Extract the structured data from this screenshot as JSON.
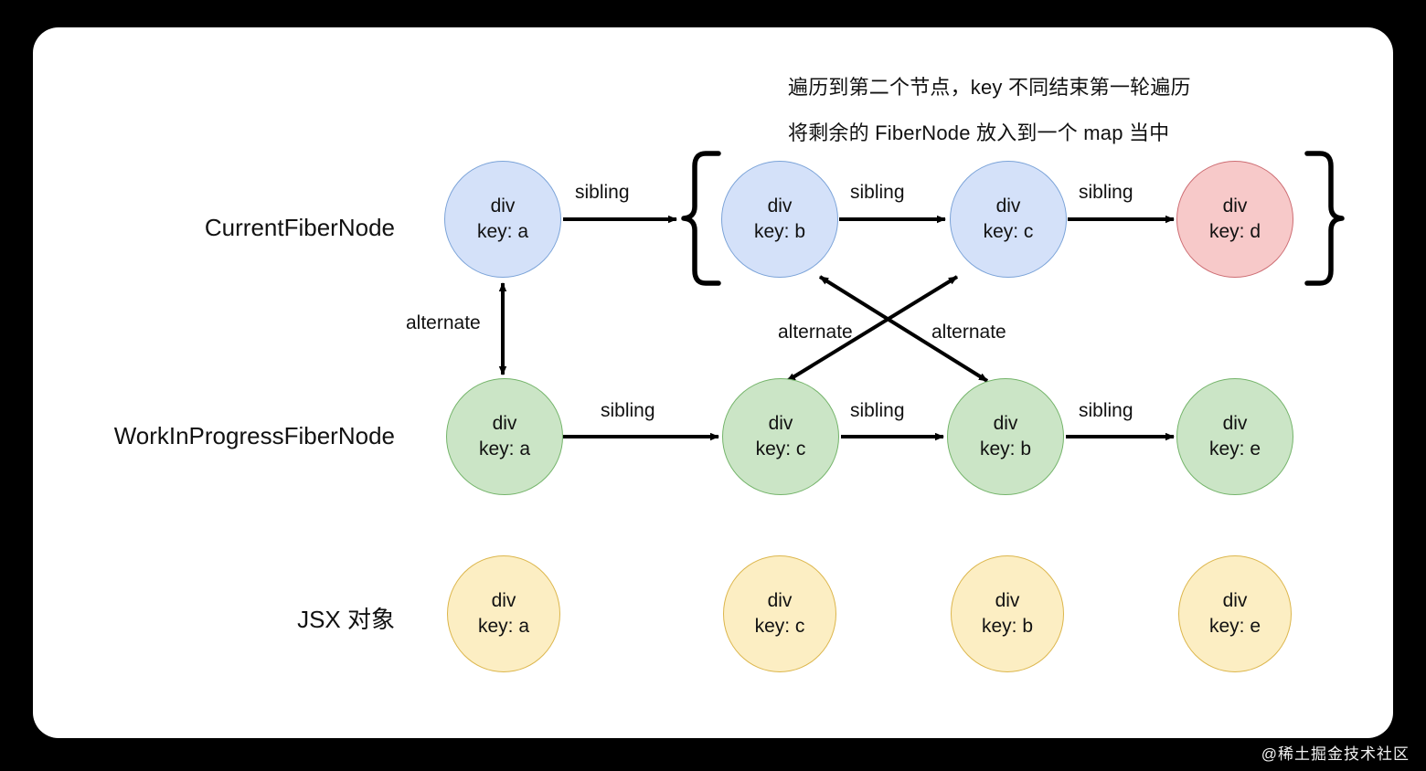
{
  "diagram": {
    "title_annotations": [
      "遍历到第二个节点，key 不同结束第一轮遍历",
      "将剩余的 FiberNode 放入到一个 map 当中"
    ],
    "row_labels": {
      "current": "CurrentFiberNode",
      "wip": "WorkInProgressFiberNode",
      "jsx": "JSX 对象"
    },
    "rows": {
      "current": {
        "nodes": [
          {
            "tag": "div",
            "key": "key: a",
            "color": "blue"
          },
          {
            "tag": "div",
            "key": "key: b",
            "color": "blue"
          },
          {
            "tag": "div",
            "key": "key: c",
            "color": "blue"
          },
          {
            "tag": "div",
            "key": "key: d",
            "color": "red"
          }
        ],
        "edge_labels": [
          "sibling",
          "sibling",
          "sibling"
        ]
      },
      "wip": {
        "nodes": [
          {
            "tag": "div",
            "key": "key: a",
            "color": "green"
          },
          {
            "tag": "div",
            "key": "key: c",
            "color": "green"
          },
          {
            "tag": "div",
            "key": "key: b",
            "color": "green"
          },
          {
            "tag": "div",
            "key": "key: e",
            "color": "green"
          }
        ],
        "edge_labels": [
          "sibling",
          "sibling",
          "sibling"
        ]
      },
      "jsx": {
        "nodes": [
          {
            "tag": "div",
            "key": "key: a",
            "color": "yellow"
          },
          {
            "tag": "div",
            "key": "key: c",
            "color": "yellow"
          },
          {
            "tag": "div",
            "key": "key: b",
            "color": "yellow"
          },
          {
            "tag": "div",
            "key": "key: e",
            "color": "yellow"
          }
        ]
      }
    },
    "alternate_labels": [
      "alternate",
      "alternate",
      "alternate"
    ],
    "braces": {
      "left": "{",
      "right": "}"
    },
    "colors": {
      "blue_fill": "#d4e1f9",
      "blue_stroke": "#7ba3d8",
      "green_fill": "#cbe5c6",
      "green_stroke": "#74b46a",
      "red_fill": "#f7c9c9",
      "red_stroke": "#cd6d73",
      "yellow_fill": "#fceec3",
      "yellow_stroke": "#dcb64c",
      "line": "#000000",
      "card_bg": "#ffffff",
      "page_bg": "#000000"
    }
  },
  "watermark": "@稀土掘金技术社区"
}
